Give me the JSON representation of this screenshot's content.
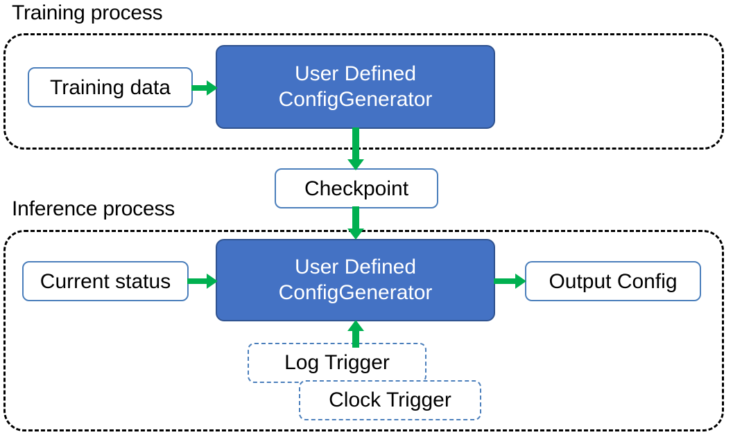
{
  "diagram": {
    "title_training": "Training process",
    "title_inference": "Inference process",
    "colors": {
      "process_fill": "#4472C4",
      "process_stroke": "#2F528F",
      "box_stroke": "#4A7EBB",
      "arrow": "#00B050",
      "container_stroke": "#000000",
      "background": "#FFFFFF",
      "text_dark": "#000000",
      "text_light": "#FFFFFF"
    },
    "training_process": {
      "label": "Training process",
      "nodes": {
        "training_data": "Training data",
        "generator_line1": "User Defined",
        "generator_line2": "ConfigGenerator"
      }
    },
    "checkpoint": {
      "label": "Checkpoint"
    },
    "inference_process": {
      "label": "Inference process",
      "nodes": {
        "current_status": "Current status",
        "generator_line1": "User Defined",
        "generator_line2": "ConfigGenerator",
        "output_config": "Output Config",
        "log_trigger": "Log Trigger",
        "clock_trigger": "Clock Trigger"
      }
    },
    "edges": [
      {
        "name": "training-data-to-generator",
        "from": "Training data",
        "to": "User Defined ConfigGenerator",
        "direction": "right"
      },
      {
        "name": "generator-to-checkpoint",
        "from": "User Defined ConfigGenerator",
        "to": "Checkpoint",
        "direction": "down"
      },
      {
        "name": "checkpoint-to-generator",
        "from": "Checkpoint",
        "to": "User Defined ConfigGenerator",
        "direction": "down"
      },
      {
        "name": "status-to-generator",
        "from": "Current status",
        "to": "User Defined ConfigGenerator",
        "direction": "right"
      },
      {
        "name": "generator-to-output",
        "from": "User Defined ConfigGenerator",
        "to": "Output Config",
        "direction": "right"
      },
      {
        "name": "trigger-to-generator",
        "from": "Log Trigger / Clock Trigger",
        "to": "User Defined ConfigGenerator",
        "direction": "up"
      }
    ]
  }
}
